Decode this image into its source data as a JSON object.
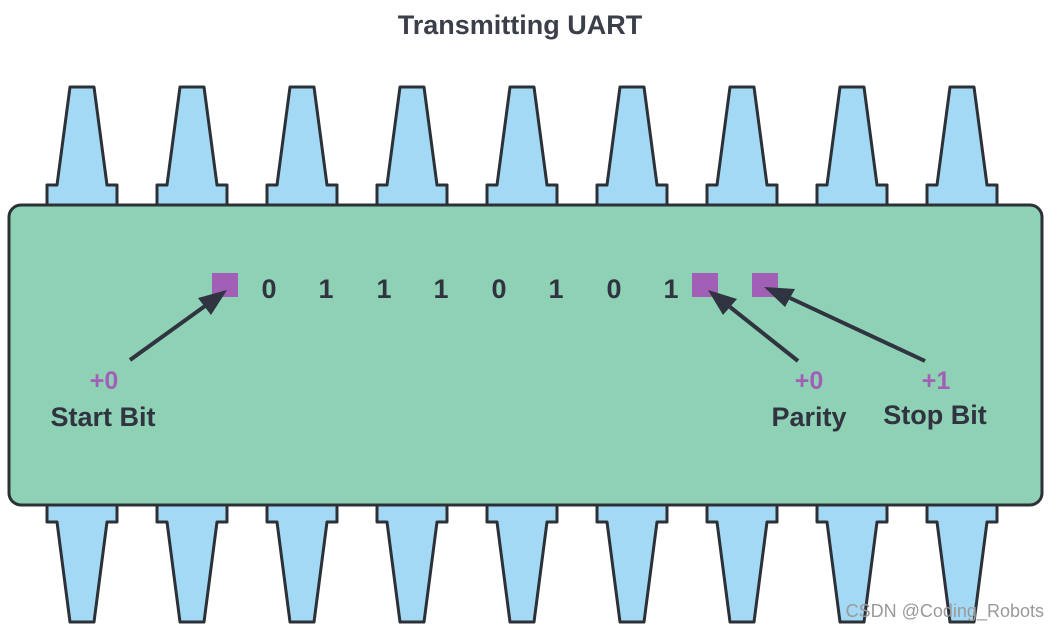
{
  "title": "Transmitting UART",
  "data_bits": [
    "0",
    "1",
    "1",
    "1",
    "0",
    "1",
    "0",
    "1"
  ],
  "start_bit": {
    "label": "Start Bit",
    "value": "+0"
  },
  "parity_bit": {
    "label": "Parity",
    "value": "+0"
  },
  "stop_bit": {
    "label": "Stop Bit",
    "value": "+1"
  },
  "watermark": "CSDN @Coding_Robots",
  "pins_per_side": 9,
  "colors": {
    "chip_fill": "#8fd1b5",
    "pin_fill": "#a3d9f5",
    "outline": "#2c3138",
    "marker": "#a15fb6",
    "text": "#2f3440"
  },
  "icons": {
    "bit_marker": "purple-square",
    "pointer": "arrow"
  }
}
